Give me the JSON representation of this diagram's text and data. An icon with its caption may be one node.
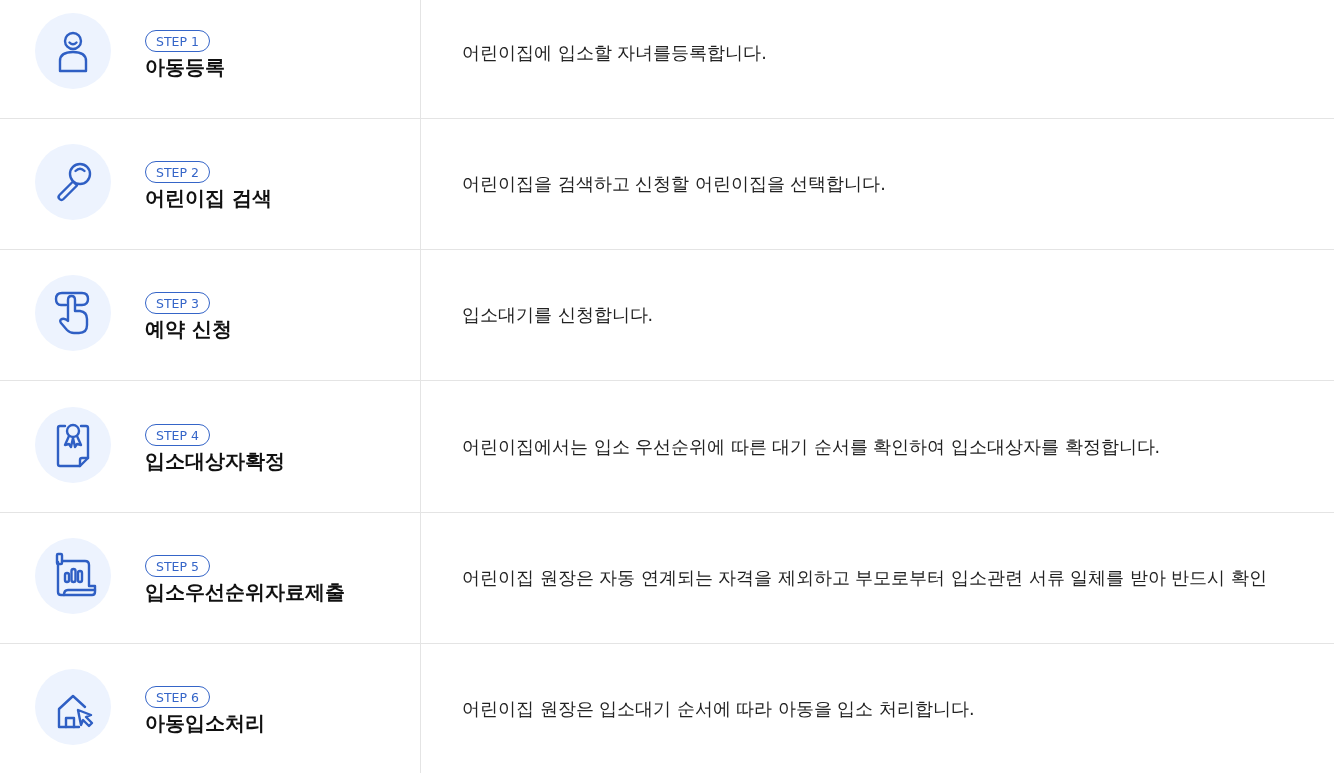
{
  "diagram": {
    "labels": [
      "STEP 1",
      "아동등록",
      "어린이집에 입소할 자녀를등록합니다.",
      "STEP 2",
      "어린이집 검색",
      "어린이집을 검색하고 신청할 어린이집을 선택합니다.",
      "STEP 3",
      "예약 신청",
      "입소대기를 신청합니다.",
      "STEP 4",
      "입소대상자확정",
      "어린이집에서는 입소 우선순위에 따른 대기 순서를 확인하여 입소대상자를 확정합니다.",
      "STEP 5",
      "입소우선순위자료제출",
      "어린이집 원장은 자동 연계되는 자격을 제외하고 부모로부터 입소관련 서류 일체를 받아 반드시 확인",
      "STEP 6",
      "아동입소처리",
      "어린이집 원장은 입소대기 순서에 따라 아동을 입소 처리합니다."
    ]
  }
}
